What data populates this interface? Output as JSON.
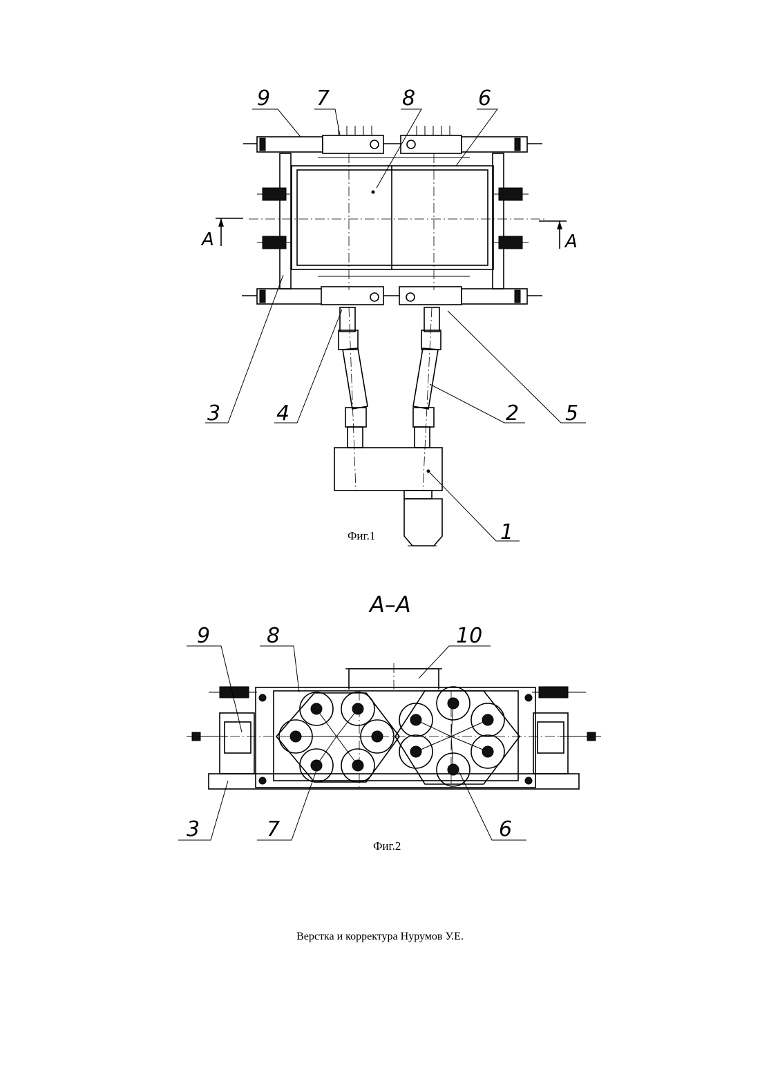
{
  "figure1": {
    "caption": "Фиг.1",
    "section_mark_left": "A",
    "section_mark_right": "A",
    "callouts": [
      "9",
      "7",
      "8",
      "6",
      "3",
      "4",
      "2",
      "5",
      "1"
    ]
  },
  "figure2": {
    "title": "A–A",
    "caption": "Фиг.2",
    "callouts": [
      "9",
      "8",
      "10",
      "3",
      "7",
      "6"
    ]
  },
  "footer": {
    "text": "Верстка и корректура Нурумов У.Е."
  }
}
